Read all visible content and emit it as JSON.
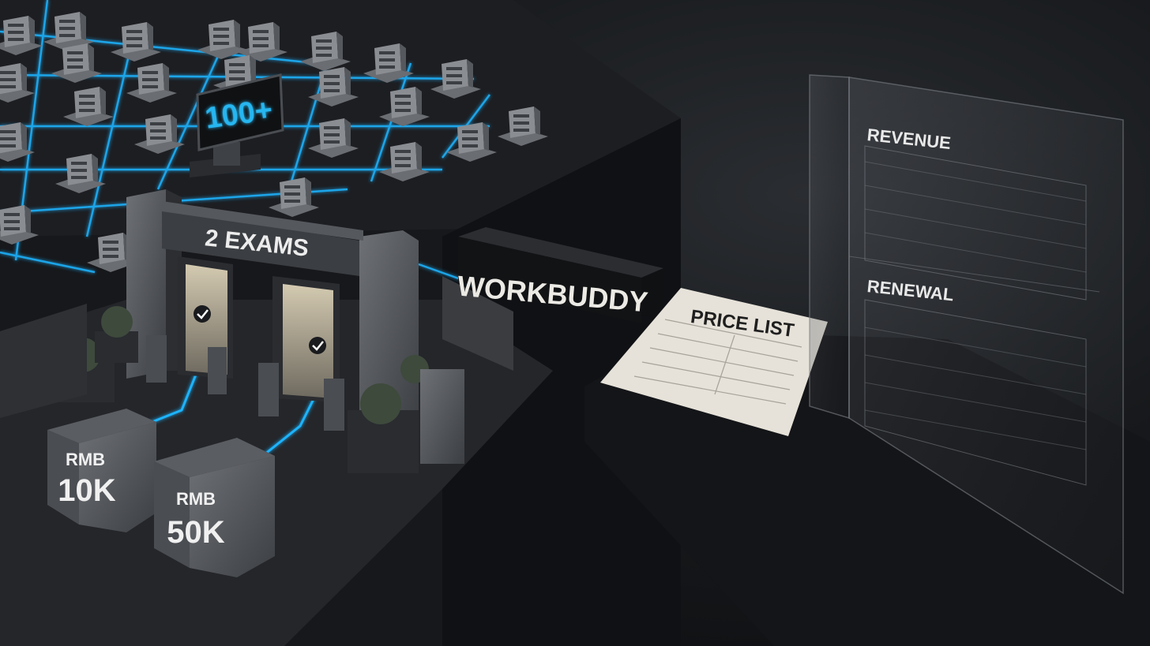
{
  "badge": {
    "count": "100+",
    "color": "#27b6f0"
  },
  "gate": {
    "title": "2 EXAMS",
    "check_icon": "check-icon"
  },
  "pillars": [
    {
      "currency": "RMB",
      "amount": "10K"
    },
    {
      "currency": "RMB",
      "amount": "50K"
    }
  ],
  "workbuddy": {
    "label": "WORKBUDDY"
  },
  "price_list": {
    "title": "PRICE LIST"
  },
  "glass_panel": {
    "sections": [
      {
        "title": "REVENUE"
      },
      {
        "title": "RENEWAL"
      }
    ]
  },
  "colors": {
    "network_glow": "#1fb4ff",
    "paper": "#e6e2d9"
  }
}
